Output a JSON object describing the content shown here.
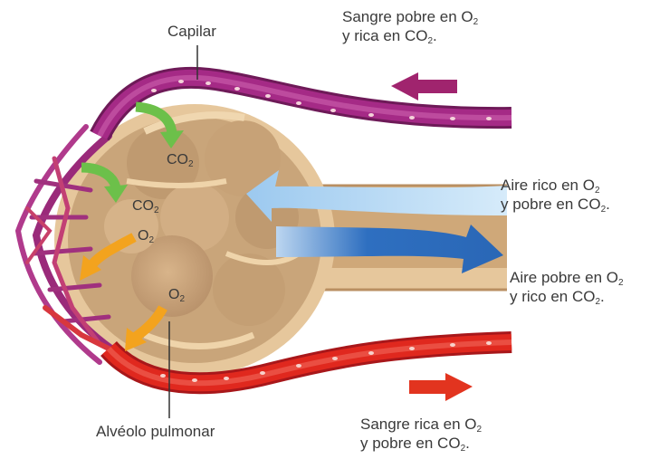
{
  "labels": {
    "capilar": "Capilar",
    "alveolo": "Alvéolo pulmonar",
    "sangre_pobre": {
      "line1_pre": "Sangre pobre en O",
      "line1_sub": "2",
      "line2_pre": "y rica en CO",
      "line2_sub": "2",
      "line2_post": "."
    },
    "sangre_rica": {
      "line1_pre": "Sangre rica en O",
      "line1_sub": "2",
      "line2_pre": "y pobre en CO",
      "line2_sub": "2",
      "line2_post": "."
    },
    "aire_rico": {
      "line1_pre": "Aire rico en O",
      "line1_sub": "2",
      "line2_pre": "y pobre en CO",
      "line2_sub": "2",
      "line2_post": "."
    },
    "aire_pobre": {
      "line1_pre": "Aire pobre en O",
      "line1_sub": "2",
      "line2_pre": "y rico en CO",
      "line2_sub": "2",
      "line2_post": "."
    }
  },
  "gas_labels": [
    {
      "id": "co2-a",
      "pre": "CO",
      "sub": "2"
    },
    {
      "id": "co2-b",
      "pre": "CO",
      "sub": "2"
    },
    {
      "id": "o2-a",
      "pre": "O",
      "sub": "2"
    },
    {
      "id": "o2-b",
      "pre": "O",
      "sub": "2"
    }
  ],
  "colors": {
    "deoxygenated_blood": "#a52a86",
    "oxygenated_blood": "#e0281e",
    "alveolus_tissue": "#e6c79c",
    "alveolus_shadow": "#c9a57a",
    "co2_arrow": "#6cc04a",
    "o2_arrow": "#f3a31e",
    "air_in_arrow": "#9cc9ef",
    "air_out_arrow": "#2e6fc0",
    "flow_arrow_top": "#a0246e",
    "flow_arrow_bottom": "#e2341f"
  }
}
